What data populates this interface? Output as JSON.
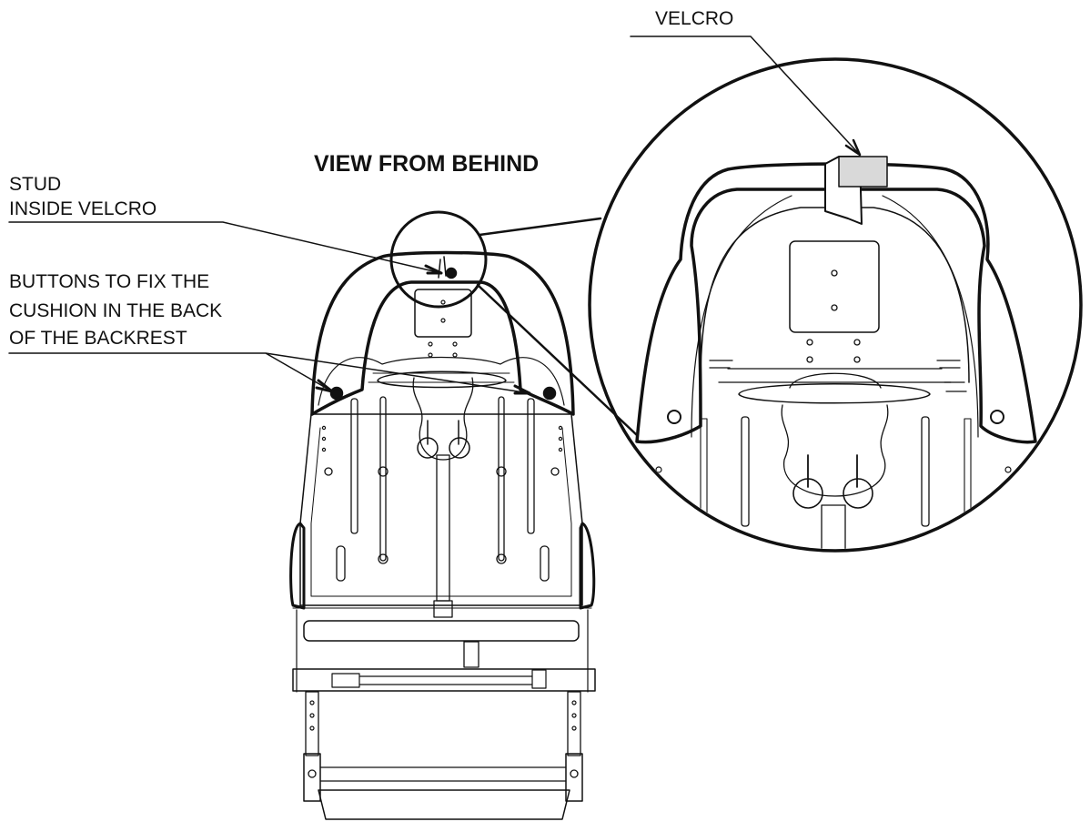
{
  "diagram": {
    "title": "VIEW FROM BEHIND",
    "labels": {
      "velcro": "VELCRO",
      "stud_line1": "STUD",
      "stud_line2": "INSIDE VELCRO",
      "buttons_line1": "BUTTONS TO FIX THE",
      "buttons_line2": "CUSHION IN THE BACK",
      "buttons_line3": "OF THE BACKREST"
    },
    "colors": {
      "ink": "#111111",
      "background": "#ffffff",
      "velcro_fill": "#d9d9d9"
    }
  }
}
